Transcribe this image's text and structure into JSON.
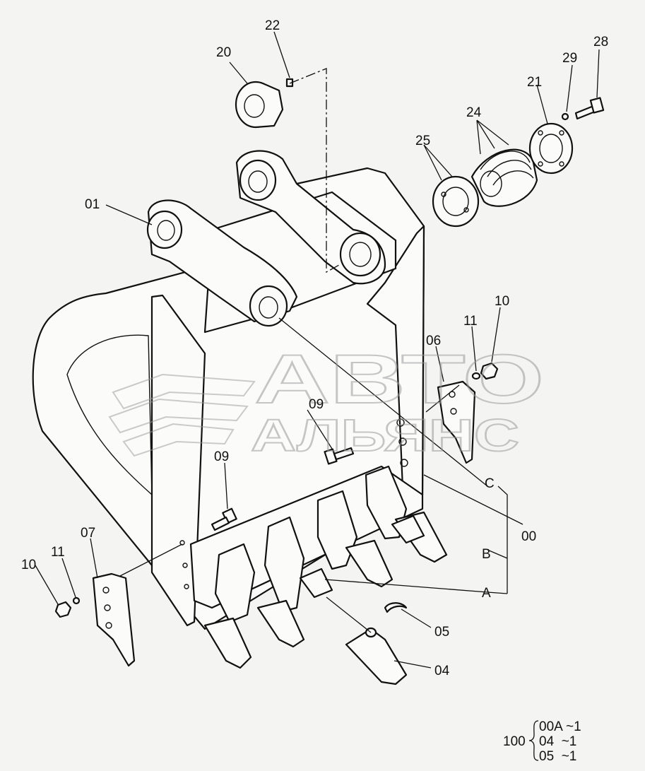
{
  "labels": {
    "p20": "20",
    "p22": "22",
    "p28": "28",
    "p29": "29",
    "p21": "21",
    "p24": "24",
    "p25": "25",
    "p01": "01",
    "p11_right": "11",
    "p10_right": "10",
    "p06": "06",
    "p09_upper": "09",
    "p09_lower": "09",
    "p07": "07",
    "p11_left": "11",
    "p10_left": "10",
    "c": "C",
    "p00": "00",
    "b": "B",
    "a": "A",
    "p05": "05",
    "p04": "04"
  },
  "kit": {
    "number": "100",
    "rows": [
      "00A ~1",
      "04  ~1",
      "05  ~1"
    ]
  },
  "watermark": {
    "line1": "АВТО",
    "line2": "АЛЬЯНС"
  }
}
